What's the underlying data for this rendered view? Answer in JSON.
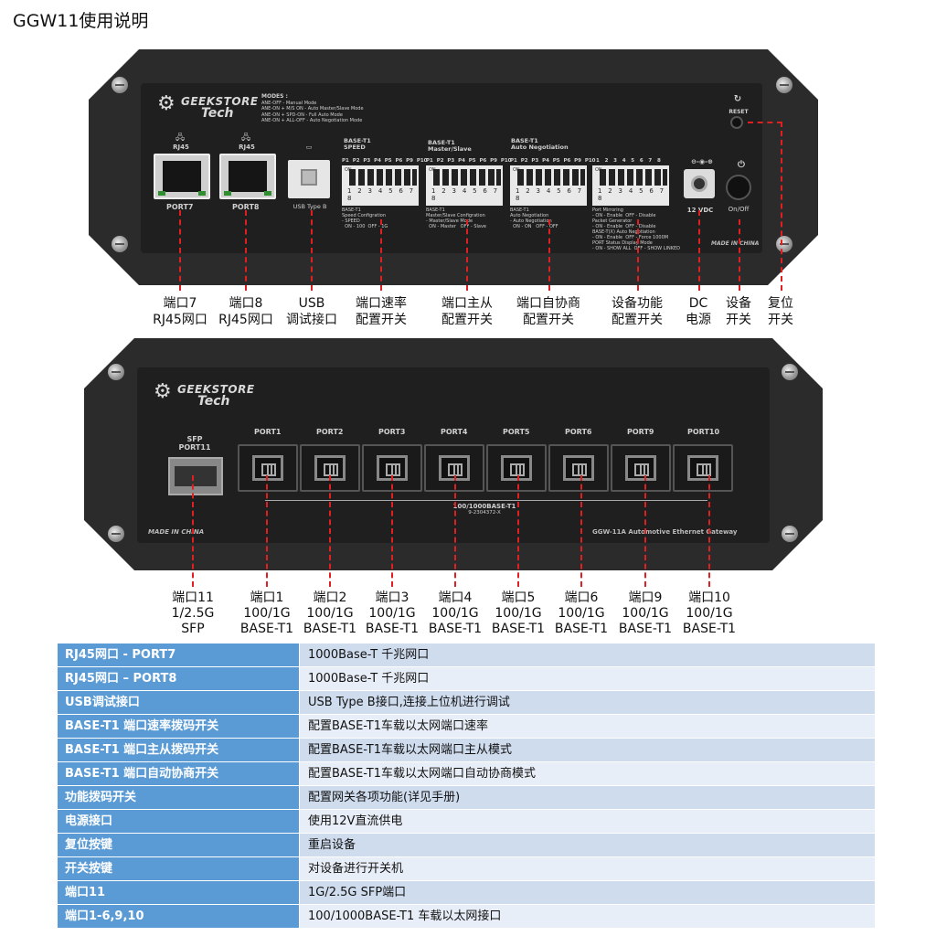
{
  "title": "GGW11使用说明",
  "brand": {
    "line1": "GEEKSTORE",
    "line2": "Tech"
  },
  "top_panel": {
    "modes_title": "MODES :",
    "modes": [
      "ANE-OFF                      - Manual Mode",
      "ANE-ON  +  M/S ON      - Auto Master/Slave Mode",
      "ANE-ON  +  SPD-ON      - Full Auto Mode",
      "ANE-ON  +  ALL-OFF     - Auto Negotiation Mode"
    ],
    "rj45_small": "RJ45",
    "port7": "PORT7",
    "port8": "PORT8",
    "usb_label": "USB Type B",
    "dip1": {
      "title": "BASE-T1\nSPEED",
      "cap": "BASE-T1\nSpeed Configration\n- SPEED\n  ON - 100  OFF - 1G"
    },
    "dip2": {
      "title": "BASE-T1\nMaster/Slave",
      "cap": "BASE-T1\nMaster/Slave Configration\n- Master/Slave Mode\n  ON - Master   OFF - Slave"
    },
    "dip3": {
      "title": "BASE-T1\nAuto Negotiation",
      "cap": "BASE-T1\nAuto Negotiation\n- Auto Negotiation\n  ON - ON   OFF - OFF"
    },
    "dip4": {
      "cap": "Port Mirroring\n- ON - Enable  OFF - Disable\nPacket Generator\n- ON - Enable  OFF - Disable\nBASE-T(X) Auto Negotiation\n- ON - Enable  OFF - Force 1000M\nPORT Status Display Mode\n- ON - SHOW ALL  OFF - SHOW LINKED"
    },
    "dip_ports": "P1  P2  P3  P4  P5  P6  P9  P10",
    "dip_nums": "1 2 3 4 5 6 7 8",
    "dip_on": "ON",
    "func_nums": "1   2   3   4   5   6   7   8",
    "dc_label": "12 VDC",
    "onoff_label": "On/Off",
    "reset_label": "RESET",
    "made_in": "MADE IN CHINA"
  },
  "top_callouts": [
    {
      "l1": "端口7",
      "l2": "RJ45网口"
    },
    {
      "l1": "端口8",
      "l2": "RJ45网口"
    },
    {
      "l1": "USB",
      "l2": "调试接口"
    },
    {
      "l1": "端口速率",
      "l2": "配置开关"
    },
    {
      "l1": "端口主从",
      "l2": "配置开关"
    },
    {
      "l1": "端口自协商",
      "l2": "配置开关"
    },
    {
      "l1": "设备功能",
      "l2": "配置开关"
    },
    {
      "l1": "DC",
      "l2": "电源"
    },
    {
      "l1": "设备",
      "l2": "开关"
    },
    {
      "l1": "复位",
      "l2": "开关"
    }
  ],
  "bottom_panel": {
    "sfp_label": "SFP\nPORT11",
    "ports": [
      "PORT1",
      "PORT2",
      "PORT3",
      "PORT4",
      "PORT5",
      "PORT6",
      "PORT9",
      "PORT10"
    ],
    "bus_label": "100/1000BASE-T1",
    "bus_sub": "9-2304372-X",
    "made_in": "MADE IN CHINA",
    "model": "GGW-11A Automotive Ethernet Gateway"
  },
  "bottom_callouts": [
    {
      "l1": "端口11",
      "l2": "1/2.5G",
      "l3": "SFP"
    },
    {
      "l1": "端口1",
      "l2": "100/1G",
      "l3": "BASE-T1"
    },
    {
      "l1": "端口2",
      "l2": "100/1G",
      "l3": "BASE-T1"
    },
    {
      "l1": "端口3",
      "l2": "100/1G",
      "l3": "BASE-T1"
    },
    {
      "l1": "端口4",
      "l2": "100/1G",
      "l3": "BASE-T1"
    },
    {
      "l1": "端口5",
      "l2": "100/1G",
      "l3": "BASE-T1"
    },
    {
      "l1": "端口6",
      "l2": "100/1G",
      "l3": "BASE-T1"
    },
    {
      "l1": "端口9",
      "l2": "100/1G",
      "l3": "BASE-T1"
    },
    {
      "l1": "端口10",
      "l2": "100/1G",
      "l3": "BASE-T1"
    }
  ],
  "spec_rows": [
    {
      "k": "RJ45网口 - PORT7",
      "v": "1000Base-T 千兆网口"
    },
    {
      "k": "RJ45网口 – PORT8",
      "v": "1000Base-T 千兆网口"
    },
    {
      "k": "USB调试接口",
      "v": "USB Type B接口,连接上位机进行调试"
    },
    {
      "k": "BASE-T1 端口速率拨码开关",
      "v": "配置BASE-T1车载以太网端口速率"
    },
    {
      "k": "BASE-T1 端口主从拨码开关",
      "v": "配置BASE-T1车载以太网端口主从模式"
    },
    {
      "k": "BASE-T1 端口自动协商开关",
      "v": "配置BASE-T1车载以太网端口自动协商模式"
    },
    {
      "k": "功能拨码开关",
      "v": "配置网关各项功能(详见手册)"
    },
    {
      "k": "电源接口",
      "v": "使用12V直流供电"
    },
    {
      "k": "复位按键",
      "v": "重启设备"
    },
    {
      "k": "开关按键",
      "v": "对设备进行开关机"
    },
    {
      "k": "端口11",
      "v": "1G/2.5G SFP端口"
    },
    {
      "k": "端口1-6,9,10",
      "v": "100/1000BASE-T1 车载以太网接口"
    }
  ],
  "colors": {
    "header_blue": "#5b9bd5",
    "row_light": "#cfdcee",
    "row_lighter": "#e8eef7",
    "leader_red": "#e02020"
  }
}
